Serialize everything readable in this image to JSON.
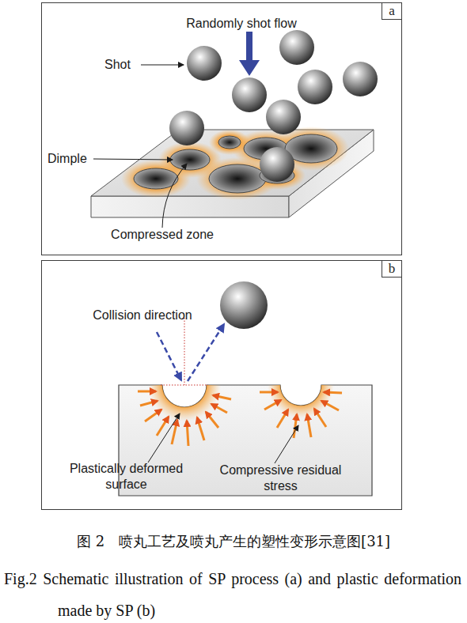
{
  "diagram": {
    "caption": "图 2　喷丸工艺及喷丸产生的塑性变形示意图[31]",
    "nodes": [
      {
        "text": [
          "a"
        ]
      },
      {
        "text": [
          "b"
        ]
      }
    ],
    "labels": [
      "Randomly shot flow",
      "Shot",
      "Dimple",
      "Compressed zone",
      "Collision direction",
      "Plastically deformed surface",
      "Compressive residual stress",
      "Fig.2 Schematic illustration of SP process (a) and plastic deformation made by SP (b)"
    ]
  }
}
